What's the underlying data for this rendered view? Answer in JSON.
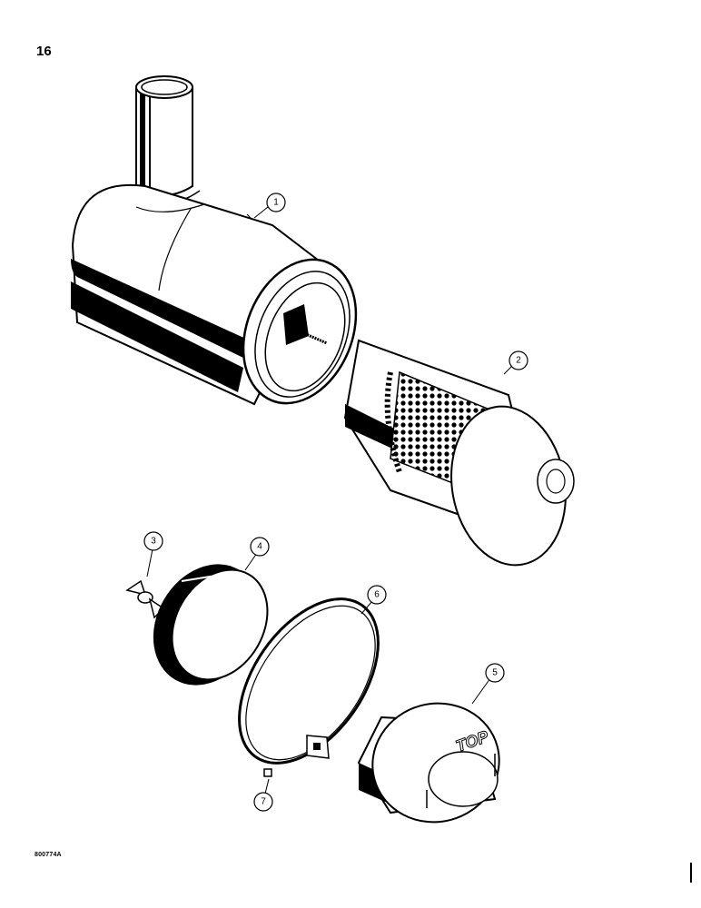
{
  "page_number": "16",
  "figure_code": "800774A",
  "cover_label": "TOP",
  "callouts": [
    {
      "id": "callout-1",
      "label": "1"
    },
    {
      "id": "callout-2",
      "label": "2"
    },
    {
      "id": "callout-3",
      "label": "3"
    },
    {
      "id": "callout-4",
      "label": "4"
    },
    {
      "id": "callout-5",
      "label": "5"
    },
    {
      "id": "callout-6",
      "label": "6"
    },
    {
      "id": "callout-7",
      "label": "7"
    }
  ],
  "colors": {
    "ink": "#000000",
    "paper": "#ffffff",
    "shade": "#111111"
  }
}
